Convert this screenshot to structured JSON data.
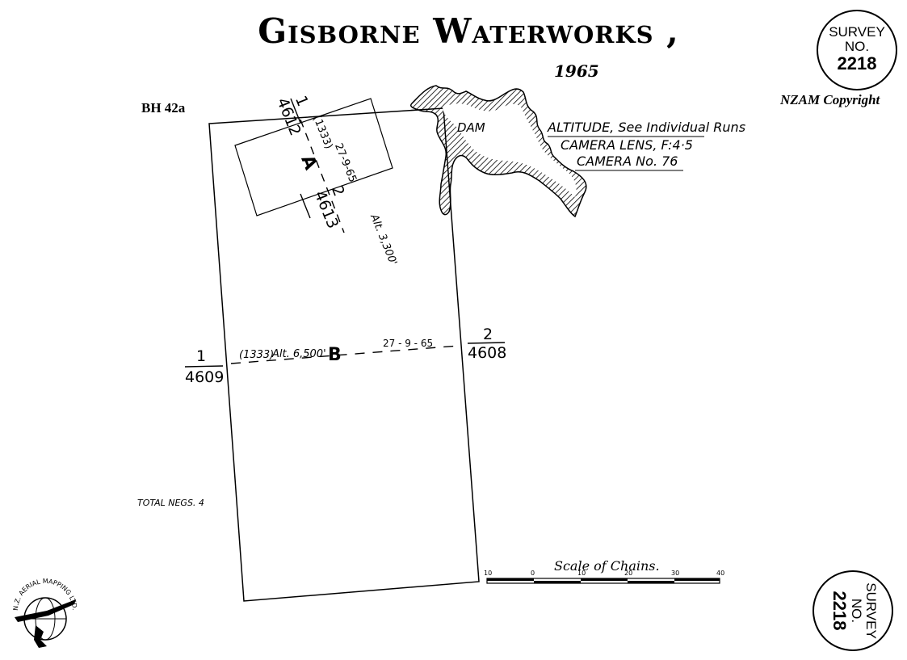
{
  "title": "Gisborne Waterworks ,",
  "year": "1965",
  "reference": "BH 42a",
  "copyright": "NZAM Copyright",
  "stamp": {
    "line1": "SURVEY",
    "line2": "NO.",
    "number": "2218"
  },
  "info": {
    "dam_label": "DAM",
    "altitude": "ALTITUDE, See Individual Runs",
    "camera_lens": "CAMERA LENS, F:4·5",
    "camera_no": "CAMERA No. 76"
  },
  "run_a": {
    "letter": "A",
    "start_run": "1",
    "start_neg": "4612",
    "end_run": "2",
    "end_neg": "4613",
    "film": "(1333)",
    "date": "27-9-65",
    "altitude": "Alt. 3,300'"
  },
  "run_b": {
    "letter": "B",
    "start_run": "1",
    "start_neg": "4609",
    "end_run": "2",
    "end_neg": "4608",
    "film": "(1333)",
    "date": "27 - 9 - 65",
    "altitude": "Alt. 6,500'"
  },
  "total_negs": "TOTAL NEGS. 4",
  "scale": {
    "label": "Scale of Chains.",
    "ticks": [
      "10",
      "0",
      "10",
      "20",
      "30",
      "40"
    ]
  },
  "logo_text": "N.Z. AERIAL MAPPING LTD."
}
